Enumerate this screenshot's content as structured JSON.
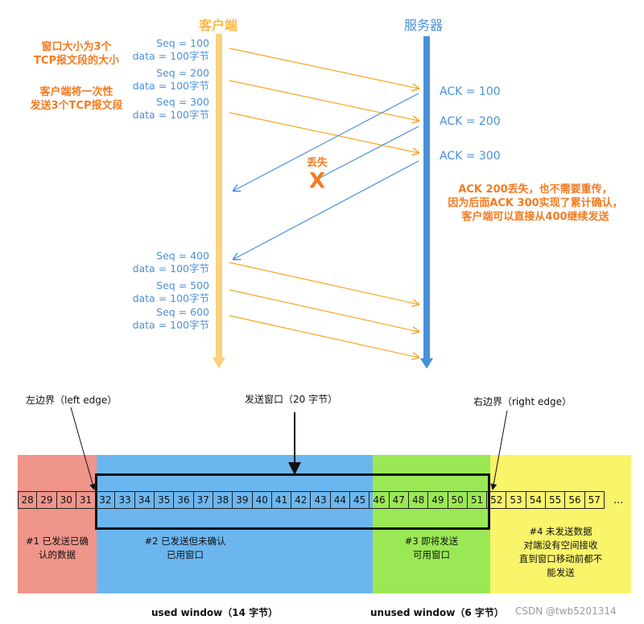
{
  "top": {
    "client_title": "客户端",
    "server_title": "服务器",
    "left_note_1": [
      "窗口大小为3个",
      "TCP报文段的大小"
    ],
    "left_note_2": [
      "客户端将一次性",
      "发送3个TCP报文段"
    ],
    "segments_first": [
      {
        "seq": "Seq = 100",
        "data": "data = 100字节"
      },
      {
        "seq": "Seq = 200",
        "data": "data = 100字节"
      },
      {
        "seq": "Seq = 300",
        "data": "data = 100字节"
      }
    ],
    "acks": [
      "ACK = 100",
      "ACK = 200",
      "ACK = 300"
    ],
    "lost_label": "丢失",
    "lost_mark": "X",
    "right_note": [
      "ACK 200丢失，也不需要重传，",
      "因为后面ACK 300实现了累计确认，",
      "客户端可以直接从400继续发送"
    ],
    "segments_second": [
      {
        "seq": "Seq = 400",
        "data": "data = 100字节"
      },
      {
        "seq": "Seq = 500",
        "data": "data = 100字节"
      },
      {
        "seq": "Seq = 600",
        "data": "data = 100字节"
      }
    ],
    "colors": {
      "client": "#fbc86a",
      "server": "#4a90d9",
      "orange": "#f47b20"
    }
  },
  "bottom": {
    "left_edge": "左边界（left edge）",
    "send_window": "发送窗口（20 字节）",
    "right_edge": "右边界（right edge）",
    "cells": [
      "28",
      "29",
      "30",
      "31",
      "32",
      "33",
      "34",
      "35",
      "36",
      "37",
      "38",
      "39",
      "40",
      "41",
      "42",
      "43",
      "44",
      "45",
      "46",
      "47",
      "48",
      "49",
      "50",
      "51",
      "52",
      "53",
      "54",
      "55",
      "56",
      "57"
    ],
    "ellipsis": "...",
    "region1": [
      "#1 已发送已确",
      "认的数据"
    ],
    "region2": [
      "#2 已发送但未确认",
      "已用窗口"
    ],
    "region3": [
      "#3 即将发送",
      "可用窗口"
    ],
    "region4": [
      "#4 未发送数据",
      "对端没有空间接收",
      "直到窗口移动前都不",
      "能发送"
    ],
    "used_window": "used window（14 字节）",
    "unused_window": "unused window（6 字节）",
    "watermark": "CSDN @twb5201314",
    "colors": {
      "r1": "#f0958a",
      "r2": "#6cb6f0",
      "r3": "#9be856",
      "r4": "#f9f46a"
    }
  }
}
